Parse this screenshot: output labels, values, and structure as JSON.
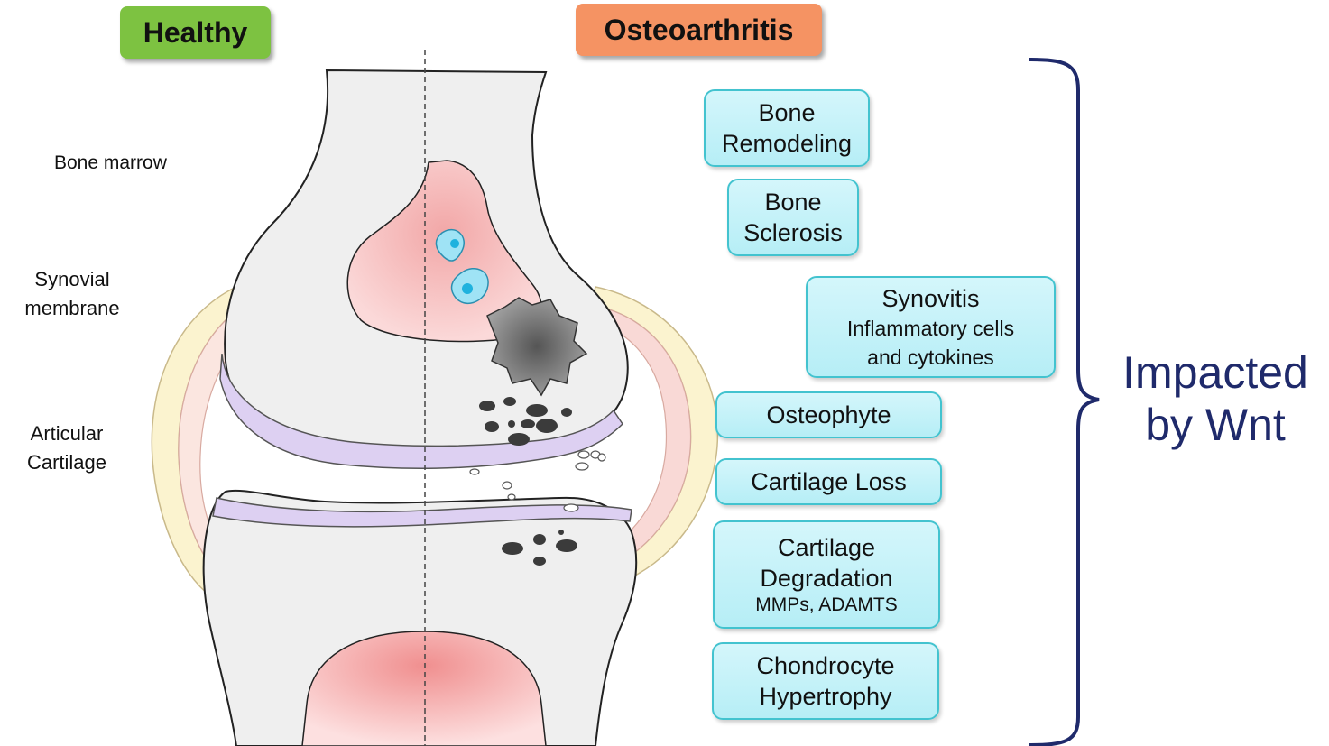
{
  "tags": {
    "healthy": "Healthy",
    "osteoarthritis": "Osteoarthritis"
  },
  "labels": {
    "bone_marrow": "Bone marrow",
    "synovial_1": "Synovial",
    "synovial_2": "membrane",
    "articular_1": "Articular",
    "articular_2": "Cartilage"
  },
  "boxes": {
    "bone_remodeling": [
      "Bone",
      "Remodeling"
    ],
    "bone_sclerosis": [
      "Bone",
      "Sclerosis"
    ],
    "synovitis": {
      "title": "Synovitis",
      "sub1": "Inflammatory cells",
      "sub2": "and cytokines"
    },
    "osteophyte": "Osteophyte",
    "cartilage_loss": "Cartilage Loss",
    "cartilage_degradation": {
      "line1": "Cartilage",
      "line2": "Degradation",
      "sub": "MMPs, ADAMTS"
    },
    "chondrocyte_hypertrophy": [
      "Chondrocyte",
      "Hypertrophy"
    ]
  },
  "impacted": [
    "Impacted",
    "by Wnt"
  ],
  "colors": {
    "healthy": "#7dc241",
    "osteoarthritis": "#f59363",
    "box_fill": "#c5f2f8",
    "box_border": "#43c3cf",
    "brace": "#1f2a6b",
    "cartilage": "#d8c8f0",
    "marrow": "#f5b8b8"
  }
}
